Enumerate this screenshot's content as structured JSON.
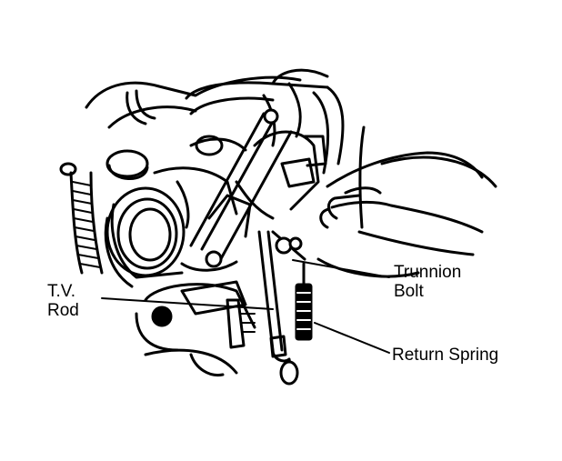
{
  "labels": {
    "tv_rod_line1": "T.V.",
    "tv_rod_line2": "Rod",
    "trunnion_line1": "Trunnion",
    "trunnion_line2": "Bolt",
    "return_spring": "Return Spring"
  },
  "colors": {
    "ink": "#000000",
    "paper": "#ffffff"
  }
}
